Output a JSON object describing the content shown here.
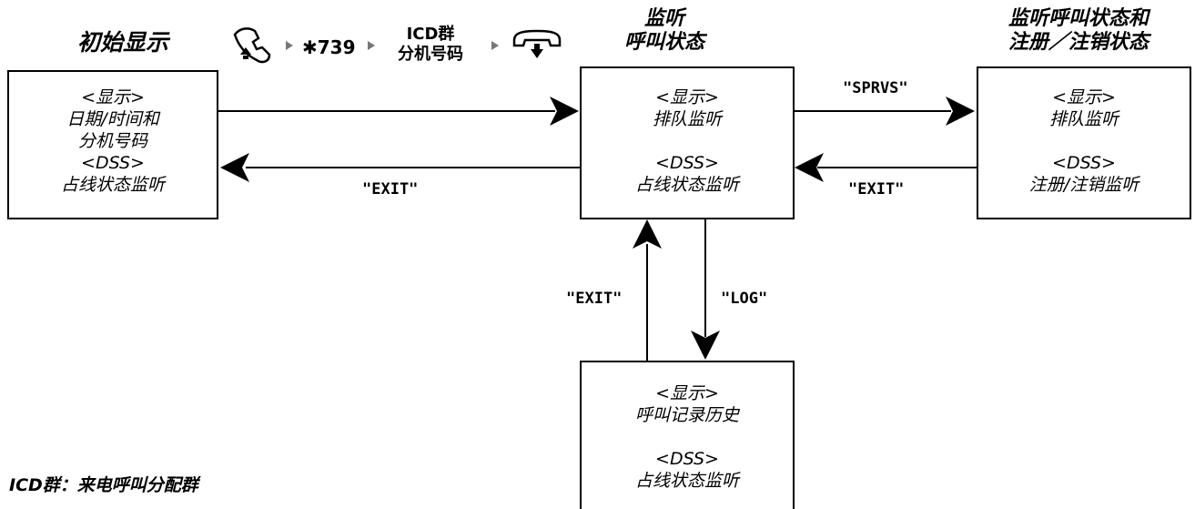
{
  "titles": {
    "initial": "初始显示",
    "monitor": [
      "监听",
      "呼叫状态"
    ],
    "monitor_login": [
      "监听呼叫状态和",
      "注册／注销状态"
    ]
  },
  "sequence": {
    "code": "✱739",
    "group_ext": [
      "ICD群",
      "分机号码"
    ],
    "offhook_icon": "handset-offhook-icon",
    "onhook_icon": "handset-onhook-icon"
  },
  "boxes": {
    "initial": [
      "<显示>",
      "日期/时间和",
      "分机号码",
      "<DSS>",
      "占线状态监听"
    ],
    "monitor": [
      "<显示>",
      "排队监听",
      "<DSS>",
      "占线状态监听"
    ],
    "login": [
      "<显示>",
      "排队监听",
      "<DSS>",
      "注册/注销监听"
    ],
    "log": [
      "<显示>",
      "呼叫记录历史",
      "<DSS>",
      "占线状态监听"
    ]
  },
  "commands": {
    "exit_left": "\"EXIT\"",
    "sprvs": "\"SPRVS\"",
    "exit_right": "\"EXIT\"",
    "exit_up": "\"EXIT\"",
    "log": "\"LOG\""
  },
  "footnote": "ICD群：来电呼叫分配群"
}
